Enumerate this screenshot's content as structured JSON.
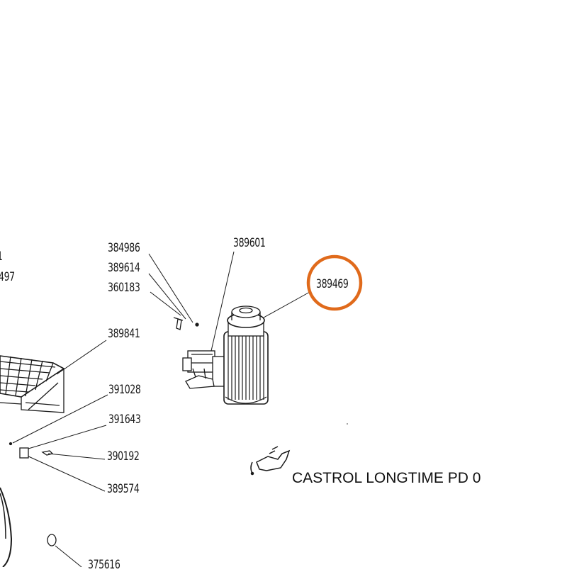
{
  "parts": {
    "p384986": "384986",
    "p389614": "389614",
    "p360183": "360183",
    "p389601": "389601",
    "p389469": "389469",
    "p389841": "389841",
    "p391028": "391028",
    "p391643": "391643",
    "p390192": "390192",
    "p389574": "389574",
    "p375616": "375616",
    "p_left_top": "1",
    "p_left_497": "497"
  },
  "note": {
    "oil": "CASTROL LONGTIME PD 0"
  },
  "highlight": {
    "color": "#e06a1b",
    "target": "389469"
  }
}
